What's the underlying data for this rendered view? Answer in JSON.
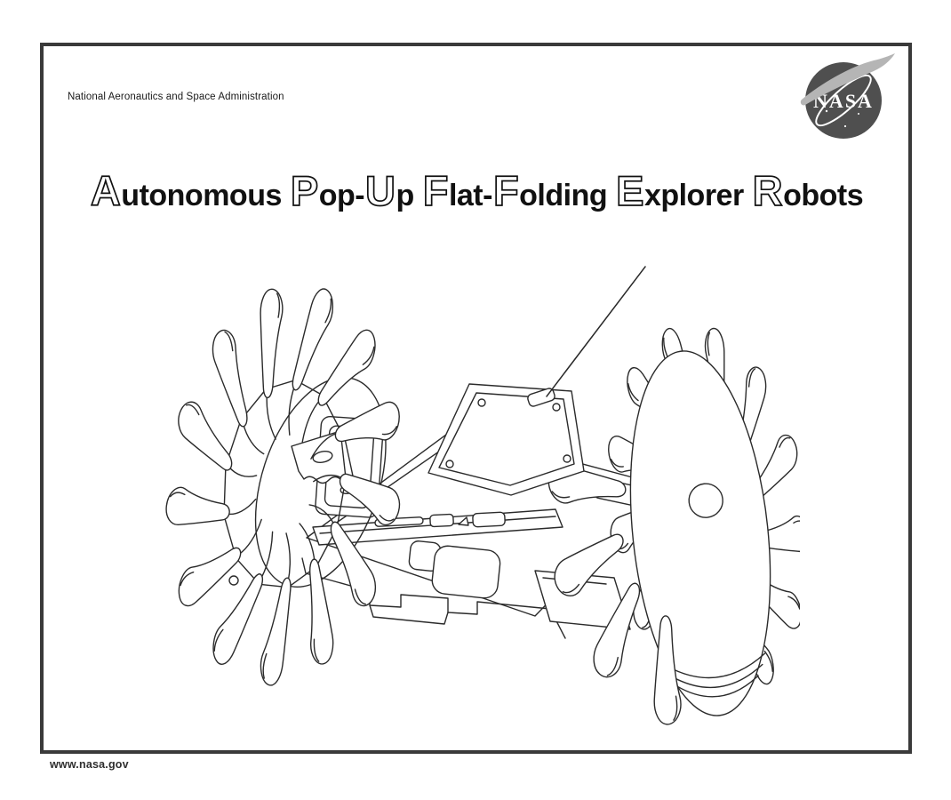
{
  "header": {
    "agency_line": "National Aeronautics and Space Administration"
  },
  "logo": {
    "label": "NASA",
    "circle_color": "#4f4f4f",
    "swoosh_color": "#b5b5b5"
  },
  "title": {
    "full_text": "Autonomous Pop-Up Flat-Folding Explorer Robots",
    "segments": [
      {
        "outline": "A",
        "rest": "utonomous "
      },
      {
        "outline": "P",
        "rest": "op-"
      },
      {
        "outline": "U",
        "rest": "p "
      },
      {
        "outline": "F",
        "rest": "lat-"
      },
      {
        "outline": "F",
        "rest": "olding "
      },
      {
        "outline": "E",
        "rest": "xplorer "
      },
      {
        "outline": "R",
        "rest": "obots"
      }
    ]
  },
  "illustration": {
    "description": "Black-and-white line drawing of a PUFFER rover: a flat pop-up folded chassis with an angled antenna, between two large spiked fold-up wheels; the right wheel shows a smooth outer disc with a small center hole"
  },
  "footer": {
    "url": "www.nasa.gov"
  },
  "colors": {
    "page_border": "#3a3a3a",
    "ink": "#2b2b2b",
    "text": "#111111"
  }
}
